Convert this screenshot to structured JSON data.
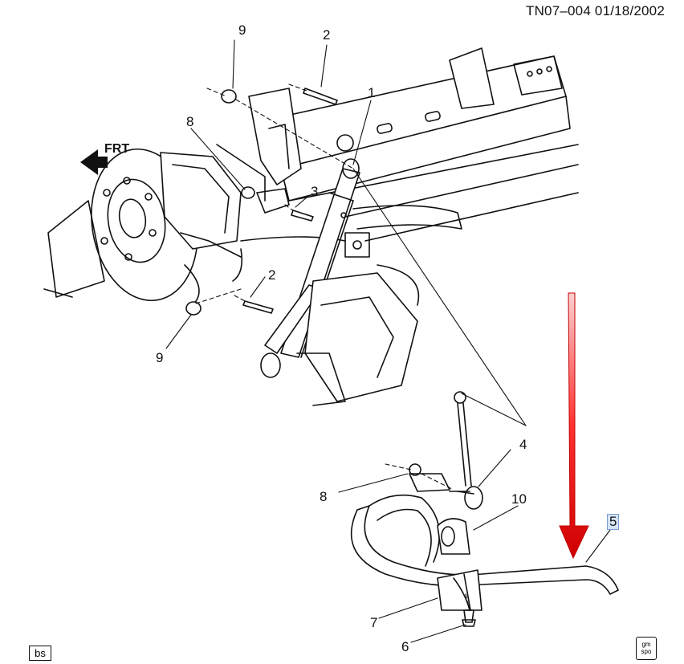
{
  "header": {
    "ref": "TN07–004  01/18/2002"
  },
  "direction": {
    "label": "FRT"
  },
  "callouts": {
    "c1": "1",
    "c2a": "2",
    "c2b": "2",
    "c3": "3",
    "c4": "4",
    "c5": "5",
    "c6": "6",
    "c7": "7",
    "c8a": "8",
    "c8b": "8",
    "c9a": "9",
    "c9b": "9",
    "c10": "10"
  },
  "footer": {
    "view_code": "bs",
    "logo": "gm spo"
  },
  "colors": {
    "line": "#111111",
    "arrow": "#e01010",
    "highlight": "#d6e4f7"
  }
}
